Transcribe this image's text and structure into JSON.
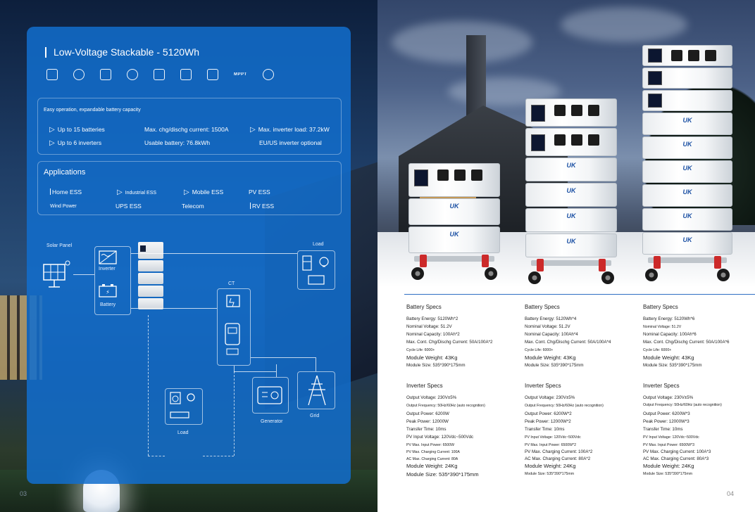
{
  "left": {
    "title": "Low-Voltage Stackable - 5120Wh",
    "feature_icons": [
      "battery-pack-icon",
      "clock-icon",
      "battery-charge-icon",
      "gear-icon",
      "wallet-icon",
      "device-icon",
      "plug-grid-icon",
      "mppt-label",
      "wifi-antenna-icon"
    ],
    "mppt_label": "MPPT",
    "features": {
      "intro": "Easy operation, expandable battery capacity",
      "items": [
        "Up to 15 batteries",
        "Max. chg/dischg current: 1500A",
        "Max. inverter load: 37.2kW",
        "Up to 6 inverters",
        "Usable battery: 76.8kWh",
        "EU/US inverter optional"
      ]
    },
    "applications": {
      "title": "Applications",
      "items": [
        "Home ESS",
        "Industrial ESS",
        "Mobile ESS",
        "PV ESS",
        "Wind Power",
        "UPS ESS",
        "Telecom",
        "RV ESS"
      ]
    },
    "diagram": {
      "solar_panel": "Solar Panel",
      "load_top": "Load",
      "inverter": "Inverter",
      "battery": "Battery",
      "ct": "CT",
      "load_bottom": "Load",
      "generator": "Generator",
      "grid": "Grid"
    },
    "page_number": "03"
  },
  "right": {
    "page_number": "04",
    "columns": [
      {
        "battery_title": "Battery Specs",
        "battery": [
          "Battery Energy: 5120Wh*2",
          "Nominal Voltage: 51.2V",
          "Nominal Capacity: 100Ah*2",
          "Max. Cont. Chg/Dischg Current: 50A/100A*2",
          "Cycle Life: 6000+",
          "Module Weight: 43Kg",
          "Module Size: 535*390*175mm"
        ],
        "inverter_title": "Inverter Specs",
        "inverter": [
          "Output Voltage: 230V±5%",
          "Output Frequency: 50Hz/60Hz (auto recognition)",
          "Output Power: 6200W",
          "Peak Power: 12000W",
          "Transfer Time: 10ms",
          "PV Input Voltage: 120Vdc~500Vdc",
          "PV Max. Input Power: 6500W",
          "PV Max. Charging Current: 100A",
          "AC Max. Charging Current: 80A",
          "Module Weight: 24Kg",
          "Module Size: 535*390*175mm"
        ]
      },
      {
        "battery_title": "Battery Specs",
        "battery": [
          "Battery Energy: 5120Wh*4",
          "Nominal Voltage: 51.2V",
          "Nominal Capacity: 100Ah*4",
          "Max. Cont. Chg/Dischg Current: 50A/100A*4",
          "Cycle Life: 6000+",
          "Module Weight: 43Kg",
          "Module Size: 535*390*175mm"
        ],
        "inverter_title": "Inverter Specs",
        "inverter": [
          "Output Voltage: 230V±5%",
          "Output Frequency: 50Hz/60Hz (auto recognition)",
          "Output Power: 6200W*2",
          "Peak Power: 12000W*2",
          "Transfer Time: 10ms",
          "PV Input Voltage: 120Vdc~500Vdc",
          "PV Max. Input Power: 6500W*2",
          "PV Max. Charging Current: 100A*2",
          "AC Max. Charging Current: 80A*2",
          "Module Weight: 24Kg",
          "Module Size: 535*390*175mm"
        ]
      },
      {
        "battery_title": "Battery Specs",
        "battery": [
          "Battery Energy: 5120Wh*6",
          "Nominal Voltage: 51.2V",
          "Nominal Capacity: 100Ah*6",
          "Max. Cont. Chg/Dischg Current: 50A/100A*6",
          "Cycle Life: 6000+",
          "Module Weight: 43Kg",
          "Module Size: 535*390*175mm"
        ],
        "inverter_title": "Inverter Specs",
        "inverter": [
          "Output Voltage: 230V±5%",
          "Output Frequency: 50Hz/60Hz (auto recognition)",
          "Output Power: 6200W*3",
          "Peak Power: 12000W*3",
          "Transfer Time: 10ms",
          "PV Input Voltage: 120Vdc~500Vdc",
          "PV Max. Input Power: 6500W*3",
          "PV Max. Charging Current: 100A*3",
          "AC Max. Charging Current: 80A*3",
          "Module Weight: 24Kg",
          "Module Size: 535*390*175mm"
        ]
      }
    ]
  }
}
